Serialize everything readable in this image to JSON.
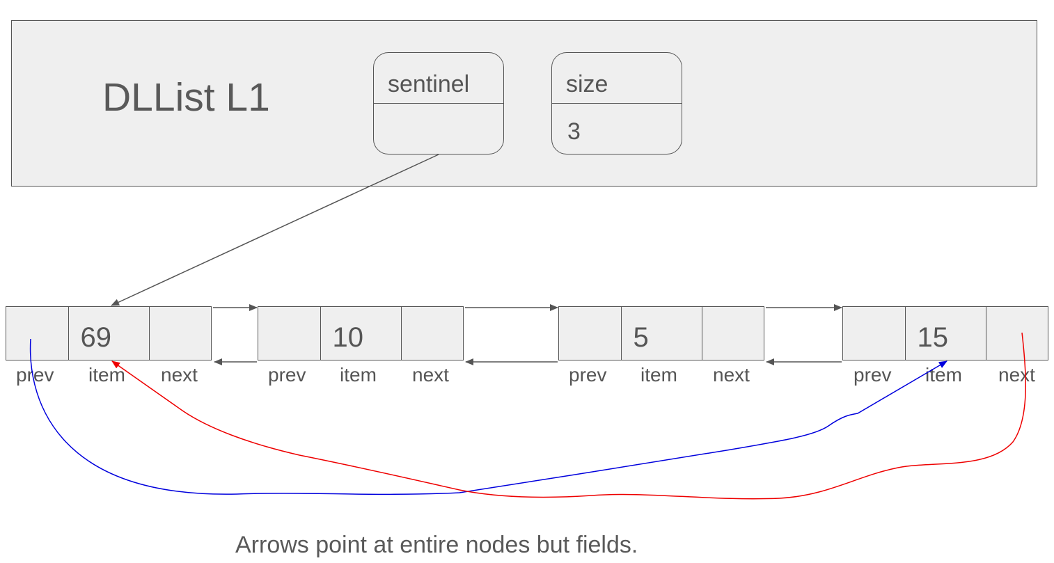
{
  "list": {
    "title": "DLList L1",
    "fields": [
      {
        "label": "sentinel",
        "value": ""
      },
      {
        "label": "size",
        "value": "3"
      }
    ]
  },
  "nodes": [
    {
      "item": "69",
      "labels": [
        "prev",
        "item",
        "next"
      ]
    },
    {
      "item": "10",
      "labels": [
        "prev",
        "item",
        "next"
      ]
    },
    {
      "item": "5",
      "labels": [
        "prev",
        "item",
        "next"
      ]
    },
    {
      "item": "15",
      "labels": [
        "prev",
        "item",
        "next"
      ]
    }
  ],
  "caption": "Arrows point at entire nodes but fields.",
  "colors": {
    "box_fill": "#efefef",
    "stroke": "#555555",
    "prev_link": "#0000dd",
    "next_link": "#ee0000"
  }
}
